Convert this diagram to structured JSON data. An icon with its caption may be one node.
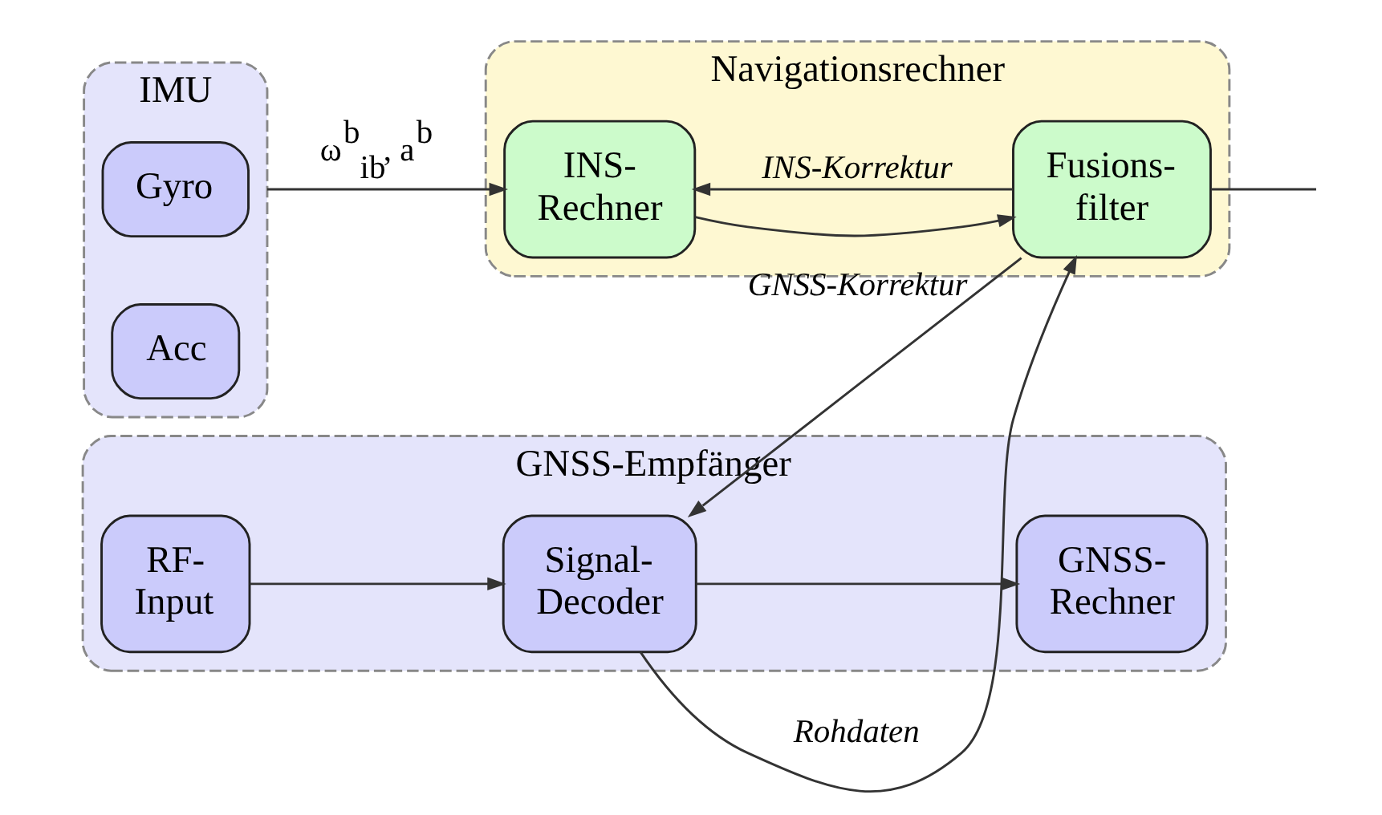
{
  "diagram": {
    "nodes": [
      {
        "text": [
          "IMU"
        ]
      },
      {
        "text": [
          "Gyro"
        ],
        "in": 0
      },
      {
        "text": [
          "Acc"
        ],
        "in": 0
      },
      {
        "text": [
          "Navigationsrechner"
        ]
      },
      {
        "text": [
          "INS- Rechner"
        ],
        "in": 3
      },
      {
        "text": [
          "Fusions- filter"
        ],
        "in": 3
      },
      {
        "text": [
          "GNSS-Empfänger"
        ]
      },
      {
        "text": [
          "RF- Input"
        ],
        "in": 6
      },
      {
        "text": [
          "Signal- Decoder"
        ],
        "in": 6
      },
      {
        "text": [
          "GNSS- Rechner"
        ],
        "in": 6
      }
    ],
    "edges": [
      {
        "from": 0,
        "to": 4,
        "arrow": "to",
        "label": "ω⃗$^{b}$$_{ib}$, a⃗$^{b}$"
      },
      {
        "from": 4,
        "to": 5,
        "arrow": "to"
      },
      {
        "from": 5,
        "to": 4,
        "arrow": "to",
        "label": "INS-Korrektur"
      },
      {
        "from": 5,
        "to": null,
        "arrow": "none"
      },
      {
        "from": 7,
        "to": 8,
        "arrow": "to"
      },
      {
        "from": 8,
        "to": 9,
        "arrow": "to"
      },
      {
        "from": 8,
        "to": 5,
        "arrow": "to",
        "label": "Rohdaten"
      },
      {
        "from": 5,
        "to": 8,
        "arrow": "to",
        "label": "GNSS-Korrektur"
      }
    ]
  }
}
